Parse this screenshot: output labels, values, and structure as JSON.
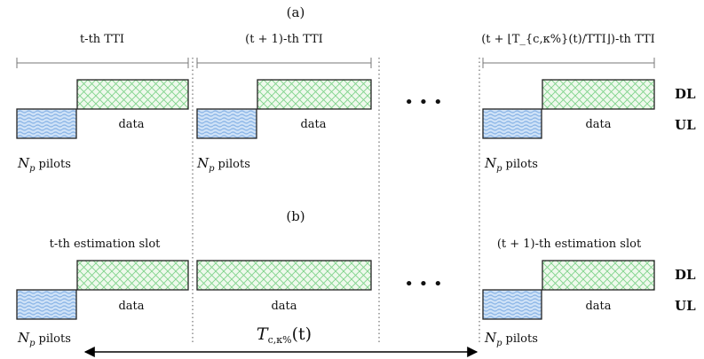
{
  "panel_a": {
    "caption": "(a)",
    "tti_labels": [
      "t-th TTI",
      "(t + 1)-th TTI",
      "(t + ⌊T_{c,κ%}(t)/TTI⌋)-th TTI"
    ],
    "data_label": "data",
    "pilots_label": "pilots",
    "pilots_symbol": "N",
    "pilots_subscript": "p"
  },
  "panel_b": {
    "caption": "(b)",
    "slot_labels": [
      "t-th estimation slot",
      "(t + 1)-th estimation slot"
    ],
    "data_label": "data",
    "pilots_label": "pilots",
    "coherence_symbol": "T",
    "coherence_subscript": "c,κ%",
    "coherence_arg": "(t)"
  },
  "legend": {
    "dl": "DL",
    "ul": "UL"
  },
  "ellipsis": "• • •",
  "colors": {
    "ul_fill": "#cfe2f7",
    "ul_pattern": "#8fb8e8",
    "dl_fill": "#eef9ec",
    "dl_pattern": "#7fd38b",
    "outline": "#222222"
  }
}
